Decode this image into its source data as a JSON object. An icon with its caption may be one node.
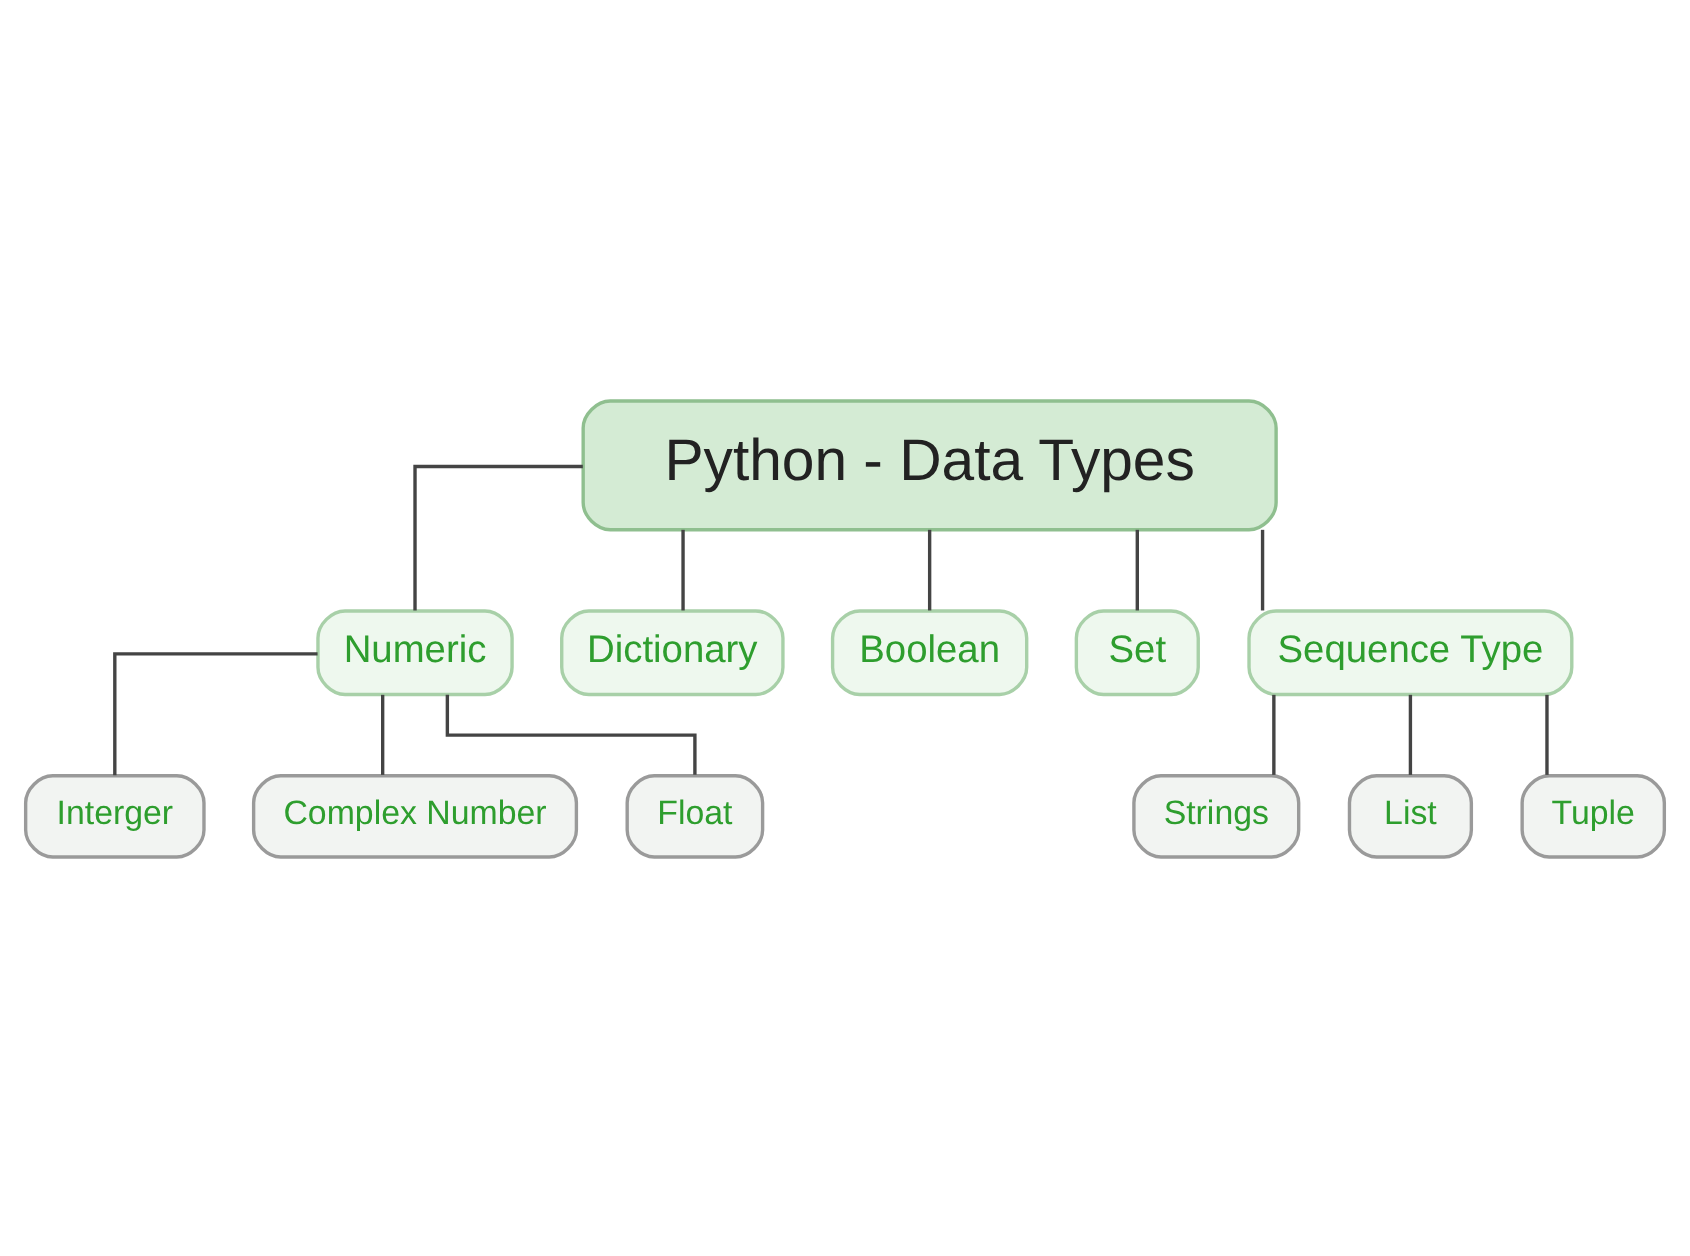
{
  "diagram": {
    "nodes": [
      {
        "text": [
          "Python - Data Types"
        ]
      },
      {
        "text": [
          "Numeric"
        ]
      },
      {
        "text": [
          "Dictionary"
        ]
      },
      {
        "text": [
          "Boolean"
        ]
      },
      {
        "text": [
          "Set"
        ]
      },
      {
        "text": [
          "Sequence Type"
        ]
      },
      {
        "text": [
          "Interger"
        ]
      },
      {
        "text": [
          "Complex Number"
        ]
      },
      {
        "text": [
          "Float"
        ]
      },
      {
        "text": [
          "Strings"
        ]
      },
      {
        "text": [
          "List"
        ]
      },
      {
        "text": [
          "Tuple"
        ]
      }
    ],
    "edges": [
      {
        "from": 0,
        "to": 1,
        "arrow": "none"
      },
      {
        "from": 0,
        "to": 2,
        "arrow": "none"
      },
      {
        "from": 0,
        "to": 3,
        "arrow": "none"
      },
      {
        "from": 0,
        "to": 4,
        "arrow": "none"
      },
      {
        "from": 0,
        "to": 5,
        "arrow": "none"
      },
      {
        "from": 1,
        "to": 6,
        "arrow": "none"
      },
      {
        "from": 1,
        "to": 7,
        "arrow": "none"
      },
      {
        "from": 1,
        "to": 8,
        "arrow": "none"
      },
      {
        "from": 5,
        "to": 9,
        "arrow": "none"
      },
      {
        "from": 5,
        "to": 10,
        "arrow": "none"
      },
      {
        "from": 5,
        "to": 11,
        "arrow": "none"
      }
    ]
  }
}
